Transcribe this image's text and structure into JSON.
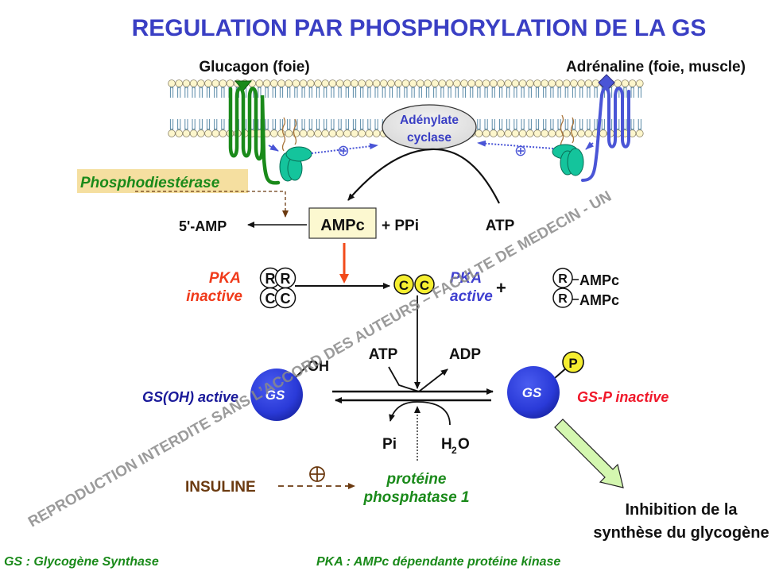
{
  "title": "REGULATION PAR PHOSPHORYLATION DE LA GS",
  "colors": {
    "title": "#3a3fc4",
    "glucagon_receptor": "#1a8a1a",
    "adrenaline_receptor": "#4a55d6",
    "g_protein": "#14c49c",
    "membrane_head": "#fdf6cc",
    "membrane_tail": "#5a8aa8",
    "pka_inactive_text": "#f03a1a",
    "pka_active_text": "#4040d0",
    "cc_yellow": "#f5ee30",
    "gs_sphere": "#2a3ad8",
    "gs_active_text": "#1a1a9a",
    "gs_inactive_text": "#f0182a",
    "green_text": "#1a8a1a",
    "insulin_brown": "#6b3a10",
    "ampc_box_fill": "#fcf8d0",
    "pde_highlight": "#f5dfa0",
    "block_arrow_fill": "#d4f7b0",
    "orange_arrow": "#f24a1a"
  },
  "membrane": {
    "hormone_left": "Glucagon (foie)",
    "hormone_right": "Adrénaline (foie, muscle)",
    "enzyme_line1": "Adénylate",
    "enzyme_line2": "cyclase",
    "activation_symbol": "⊕"
  },
  "cascade": {
    "pde_label": "Phosphodiestérase",
    "amp5": "5'-AMP",
    "ampc": "AMPc",
    "ppi": "+ PPi",
    "atp_top": "ATP",
    "pka_inactive_line1": "PKA",
    "pka_inactive_line2": "inactive",
    "pka_active_line1": "PKA",
    "pka_active_line2": "active",
    "plus": "+",
    "subunit_r": "R",
    "subunit_c": "C",
    "r_ampc": "AMPc"
  },
  "reaction": {
    "gs": "GS",
    "oh": "OH",
    "p": "P",
    "gs_active": "GS(OH) active",
    "gs_inactive": "GS-P inactive",
    "atp": "ATP",
    "adp": "ADP",
    "pi": "Pi",
    "h2o_h": "H",
    "h2o_2": "2",
    "h2o_o": "O",
    "insulin": "INSULINE",
    "pp1_line1": "protéine",
    "pp1_line2": "phosphatase 1",
    "outcome_line1": "Inhibition de la",
    "outcome_line2": "synthèse du glycogène"
  },
  "footer": {
    "gs_def": "GS : Glycogène Synthase",
    "pka_def": "PKA : AMPc dépendante protéine kinase"
  },
  "watermark": "REPRODUCTION INTERDITE SANS L’ACCORD DES AUTEURS – FACULTE DE MEDECIN - UN"
}
